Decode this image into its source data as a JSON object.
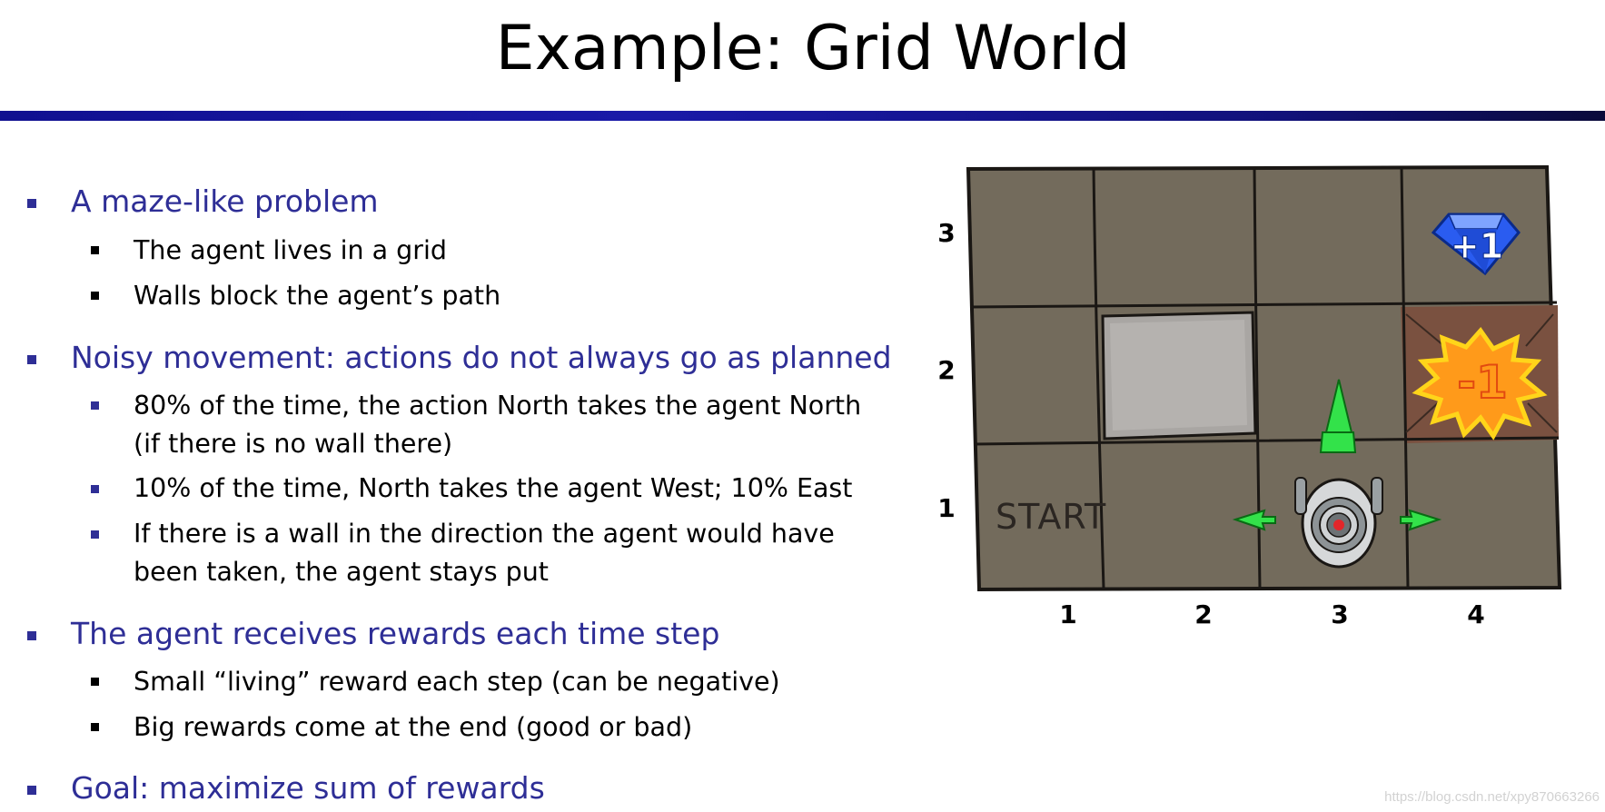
{
  "slide": {
    "title": "Example: Grid World"
  },
  "bullets": [
    {
      "text": "A maze-like problem",
      "sub": [
        {
          "lines": [
            "The agent lives in a grid"
          ],
          "marker_color": "#000000"
        },
        {
          "lines": [
            "Walls block the agent’s path"
          ],
          "marker_color": "#000000"
        }
      ]
    },
    {
      "text": "Noisy movement: actions do not always go as planned",
      "sub": [
        {
          "lines": [
            "80% of the time, the action North takes the agent North",
            "(if there is no wall there)"
          ],
          "marker_color": "#2e2e96"
        },
        {
          "lines": [
            "10% of the time, North takes the agent West; 10% East"
          ],
          "marker_color": "#2e2e96"
        },
        {
          "lines": [
            "If there is a wall in the direction the agent would have",
            "been taken, the agent stays put"
          ],
          "marker_color": "#2e2e96"
        }
      ]
    },
    {
      "text": "The agent receives rewards each time step",
      "sub": [
        {
          "lines": [
            "Small “living” reward each step (can be negative)"
          ],
          "marker_color": "#000000"
        },
        {
          "lines": [
            "Big rewards come at the end (good or bad)"
          ],
          "marker_color": "#000000"
        }
      ]
    },
    {
      "text": "Goal: maximize sum of rewards",
      "sub": []
    }
  ],
  "grid": {
    "columns": [
      "1",
      "2",
      "3",
      "4"
    ],
    "rows": [
      "3",
      "2",
      "1"
    ],
    "start_label": "START",
    "positive_reward": "+1",
    "negative_reward": "-1",
    "wall_cell": {
      "col": 2,
      "row": 2
    },
    "agent_cell": {
      "col": 3,
      "row": 1
    },
    "move_arrows": [
      "north",
      "west",
      "east"
    ],
    "colors": {
      "floor": "#736b5c",
      "wall": "#a9a6a3",
      "gem": "#2a5cf0",
      "fire": "#ff9a1a",
      "arrow": "#33e24a"
    }
  },
  "watermark": "https://blog.csdn.net/xpy870663266"
}
